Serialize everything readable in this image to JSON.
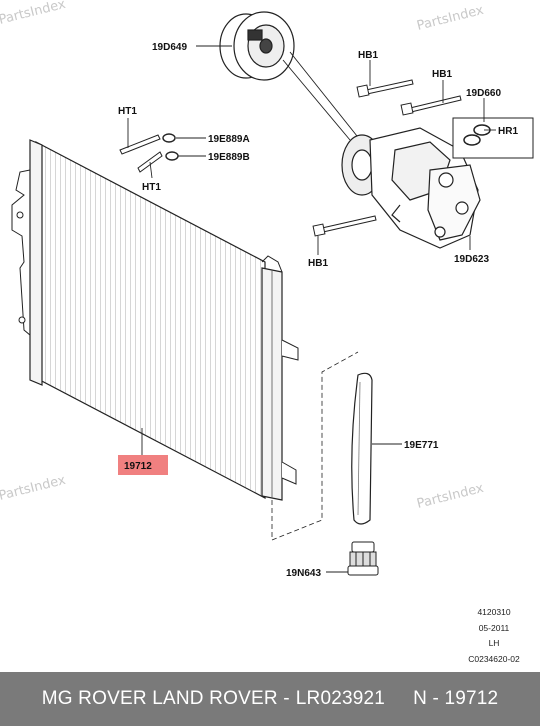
{
  "watermark": "PartsIndex",
  "callouts": {
    "clutch": "19D649",
    "hb1_top_left": "HB1",
    "hb1_top_right": "HB1",
    "hb1_bottom": "HB1",
    "kit": "19D660",
    "hr1": "HR1",
    "ht1_top": "HT1",
    "ht1_bottom": "HT1",
    "oring_a": "19E889A",
    "oring_b": "19E889B",
    "compressor": "19D623",
    "condenser": "19712",
    "dryer": "19E771",
    "plug": "19N643"
  },
  "meta": {
    "line1": "4120310",
    "line2": "05-2011",
    "line3": "LH",
    "line4": "C0234620-02"
  },
  "footer": {
    "brands": "MG ROVER LAND ROVER -",
    "part_number": "LR023921",
    "item": "N - 19712"
  },
  "colors": {
    "highlight": "#f08080",
    "footer_bg": "#7a7a7a",
    "line": "#222222"
  }
}
